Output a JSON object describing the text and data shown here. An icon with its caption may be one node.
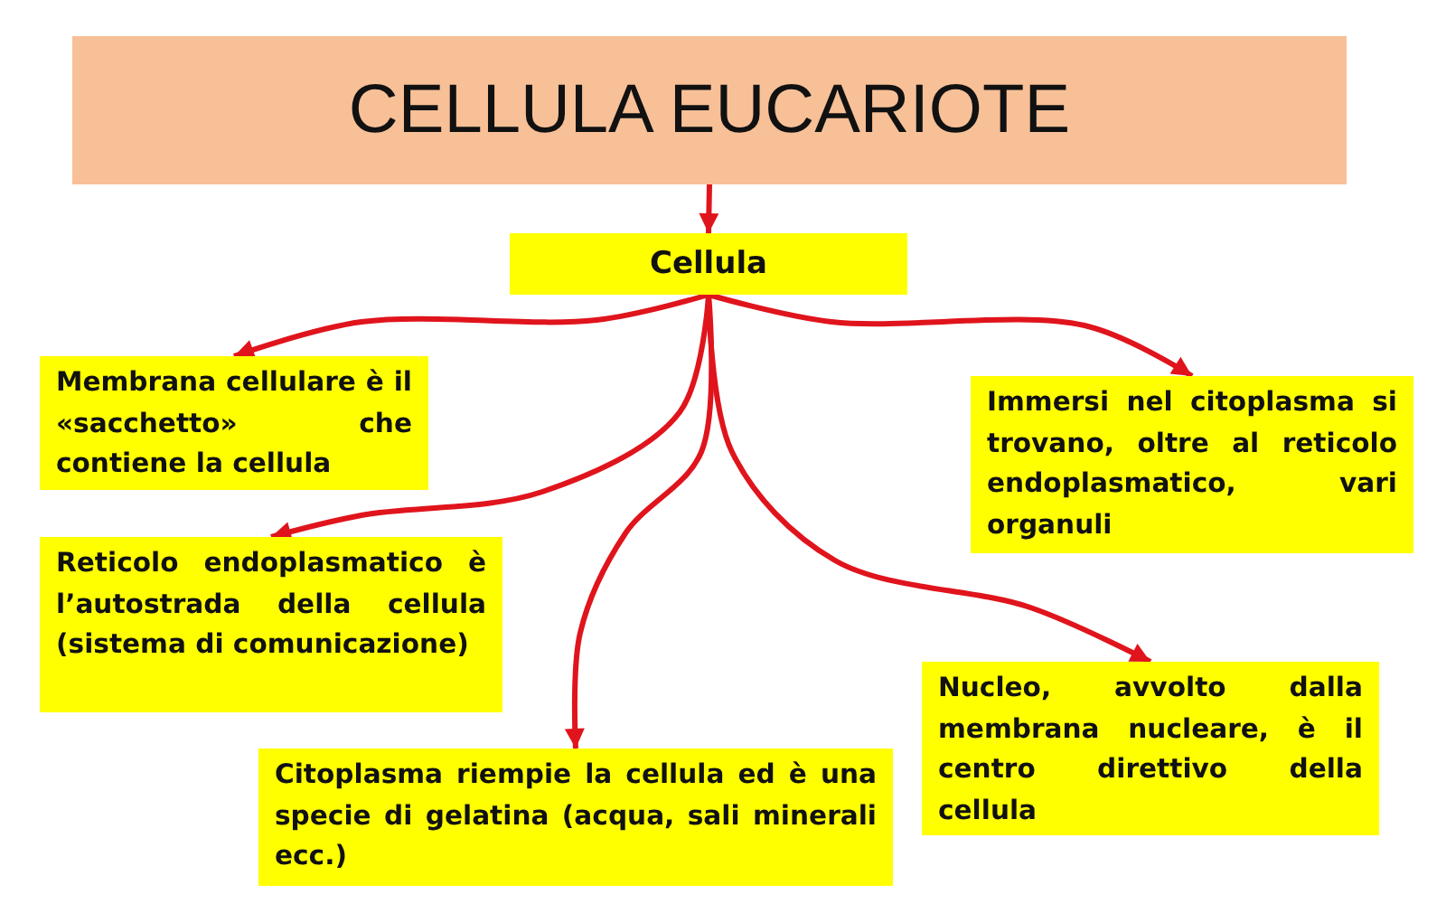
{
  "diagram": {
    "nodes": [
      {
        "text": [
          "CELLULA EUCARIOTE"
        ]
      },
      {
        "text": [
          "Cellula"
        ]
      },
      {
        "text": [
          "Membrana cellulare è il «sacchetto» che contiene la cellula"
        ]
      },
      {
        "text": [
          "Immersi nel citoplasma si trovano, oltre al reticolo endoplasmatico, vari organuli"
        ]
      },
      {
        "text": [
          "Reticolo endoplasmatico è l’autostrada della cellula (sistema di comunicazione)"
        ]
      },
      {
        "text": [
          "Nucleo, avvolto dalla membrana nucleare, è il centro direttivo della cellula"
        ]
      },
      {
        "text": [
          "Citoplasma riempie la cellula ed è una specie di gelatina (acqua, sali minerali ecc.)"
        ]
      }
    ],
    "edges": [
      {
        "from": 0,
        "to": 1,
        "arrow": "to"
      },
      {
        "from": 1,
        "to": 2,
        "arrow": "to"
      },
      {
        "from": 1,
        "to": 3,
        "arrow": "to"
      },
      {
        "from": 1,
        "to": 4,
        "arrow": "to"
      },
      {
        "from": 1,
        "to": 5,
        "arrow": "to"
      },
      {
        "from": 1,
        "to": 6,
        "arrow": "to"
      }
    ]
  }
}
